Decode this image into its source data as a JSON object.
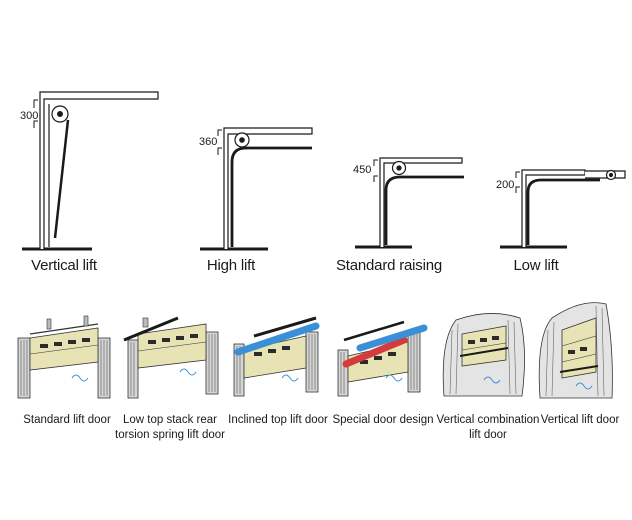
{
  "lift_types": [
    {
      "label": "Vertical lift",
      "dimension": "300"
    },
    {
      "label": "High lift",
      "dimension": "360"
    },
    {
      "label": "Standard raising",
      "dimension": "450"
    },
    {
      "label": "Low lift",
      "dimension": "200"
    }
  ],
  "door_types": [
    {
      "line1": "Standard lift door",
      "line2": ""
    },
    {
      "line1": "Low top stack rear",
      "line2": "torsion spring lift door"
    },
    {
      "line1": "Inclined top lift door",
      "line2": ""
    },
    {
      "line1": "Special door design",
      "line2": ""
    },
    {
      "line1": "Vertical combination",
      "line2": "lift door"
    },
    {
      "line1": "Vertical lift door",
      "line2": ""
    }
  ],
  "colors": {
    "panel": "#e8e3b4",
    "panel_window": "#2b2b2b",
    "shaft_blue": "#3a8fd6",
    "shaft_red": "#d43b3b",
    "line": "#1a1a1a"
  }
}
